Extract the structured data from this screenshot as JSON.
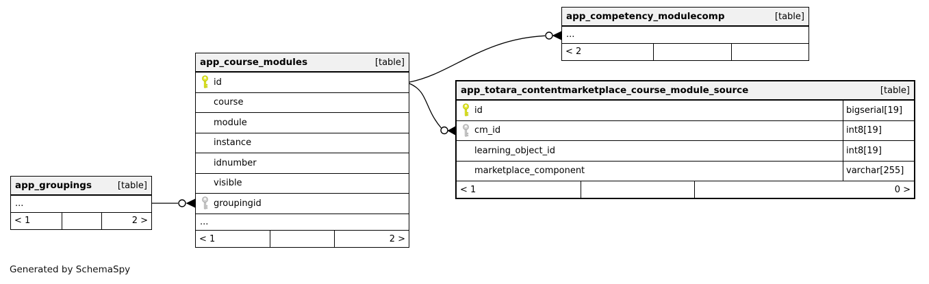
{
  "diagram": {
    "generator_note": "Generated by SchemaSpy"
  },
  "colors": {
    "primary_key_fill": "#e8ec3a",
    "primary_key_stroke": "#bac400",
    "foreign_key_fill": "#d4d4d4",
    "foreign_key_stroke": "#a8a8a8",
    "header_bg": "#f1f1f1",
    "border": "#000000"
  },
  "tables": [
    {
      "id": "competency",
      "name": "app_competency_modulecomp",
      "tag": "[table]",
      "rows": [
        {
          "type": "ellipsis",
          "label": "..."
        }
      ],
      "footer": [
        "< 2",
        "",
        ""
      ]
    },
    {
      "id": "course_modules",
      "name": "app_course_modules",
      "tag": "[table]",
      "rows": [
        {
          "type": "column",
          "key": "primary",
          "label": "id"
        },
        {
          "type": "column",
          "label": "course"
        },
        {
          "type": "column",
          "label": "module"
        },
        {
          "type": "column",
          "label": "instance"
        },
        {
          "type": "column",
          "label": "idnumber"
        },
        {
          "type": "column",
          "label": "visible"
        },
        {
          "type": "column",
          "key": "foreign",
          "label": "groupingid"
        },
        {
          "type": "ellipsis",
          "label": "..."
        }
      ],
      "footer": [
        "< 1",
        "",
        "2 >"
      ]
    },
    {
      "id": "source",
      "name": "app_totara_contentmarketplace_course_module_source",
      "tag": "[table]",
      "rows": [
        {
          "type": "column",
          "key": "primary",
          "label": "id",
          "datatype": "bigserial[19]"
        },
        {
          "type": "column",
          "key": "foreign",
          "label": "cm_id",
          "datatype": "int8[19]"
        },
        {
          "type": "column",
          "label": "learning_object_id",
          "datatype": "int8[19]"
        },
        {
          "type": "column",
          "label": "marketplace_component",
          "datatype": "varchar[255]"
        }
      ],
      "footer": [
        "< 1",
        "",
        "0 >"
      ]
    },
    {
      "id": "groupings",
      "name": "app_groupings",
      "tag": "[table]",
      "rows": [
        {
          "type": "ellipsis",
          "label": "..."
        }
      ],
      "footer": [
        "< 1",
        "",
        "2 >"
      ]
    }
  ]
}
